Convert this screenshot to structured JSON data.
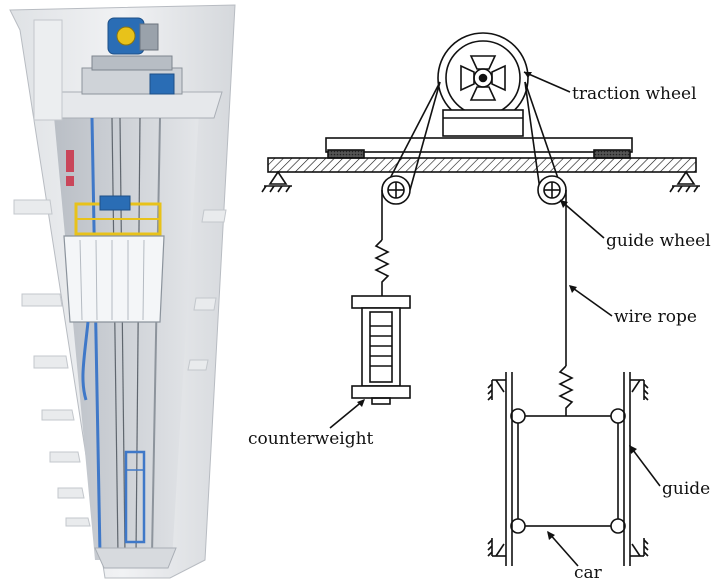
{
  "labels": {
    "traction_wheel": "traction wheel",
    "guide_wheel": "guide wheel",
    "wire_rope": "wire rope",
    "counterweight": "counterweight",
    "guide": "guide",
    "car": "car"
  },
  "colors": {
    "line": "#111111",
    "shaft_wall": "#e9ebed",
    "shaft_shadow": "#c9ccd1",
    "rail_blue": "#3f78c8",
    "frame_yellow": "#e8c21a",
    "cab_white": "#f4f6f8",
    "motor_blue": "#2a6db5"
  }
}
